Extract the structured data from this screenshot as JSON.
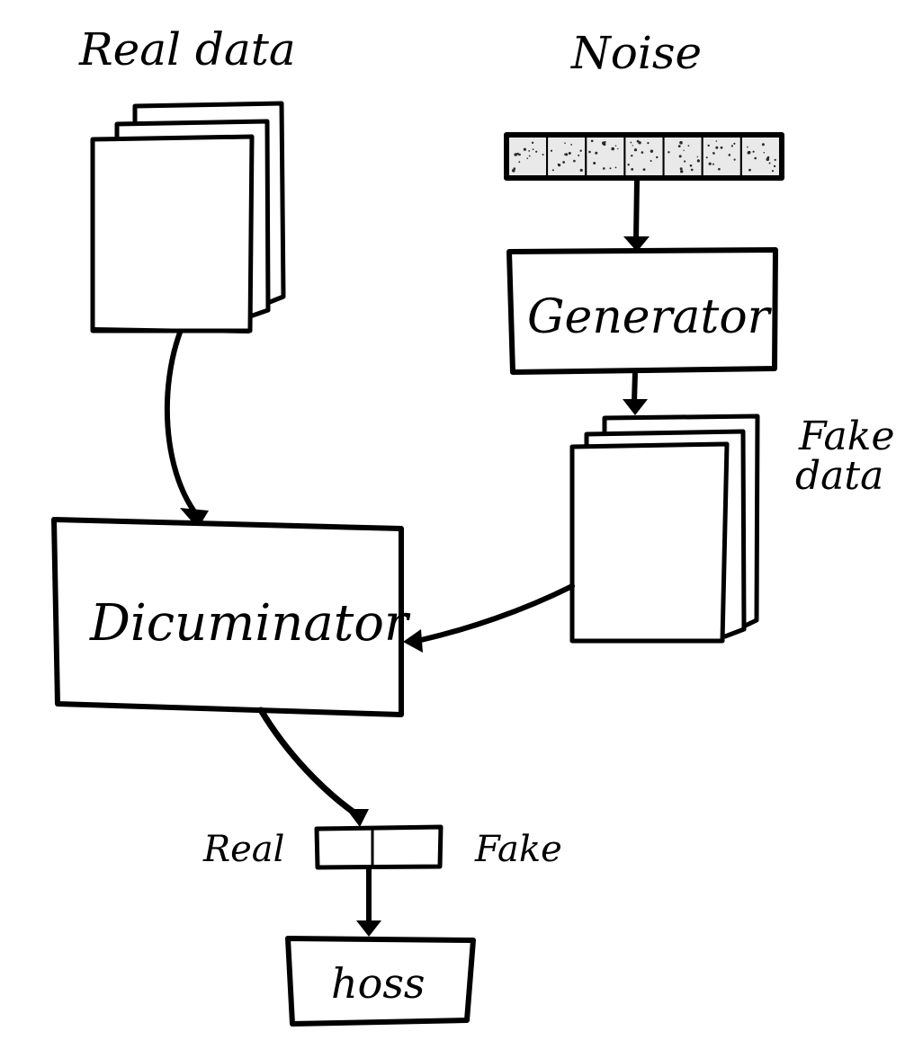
{
  "labels": {
    "real_data": "Real data",
    "noise": "Noise",
    "generator": "Generator",
    "fake_data_line1": "Fake",
    "fake_data_line2": "data",
    "discriminator": "Dicuminator",
    "real": "Real",
    "fake": "Fake",
    "loss": "hoss"
  },
  "noise_vector": {
    "cell_count": 7
  },
  "colors": {
    "ink": "#000000",
    "paper": "#ffffff",
    "noise_fill": "#e9e9e9"
  }
}
